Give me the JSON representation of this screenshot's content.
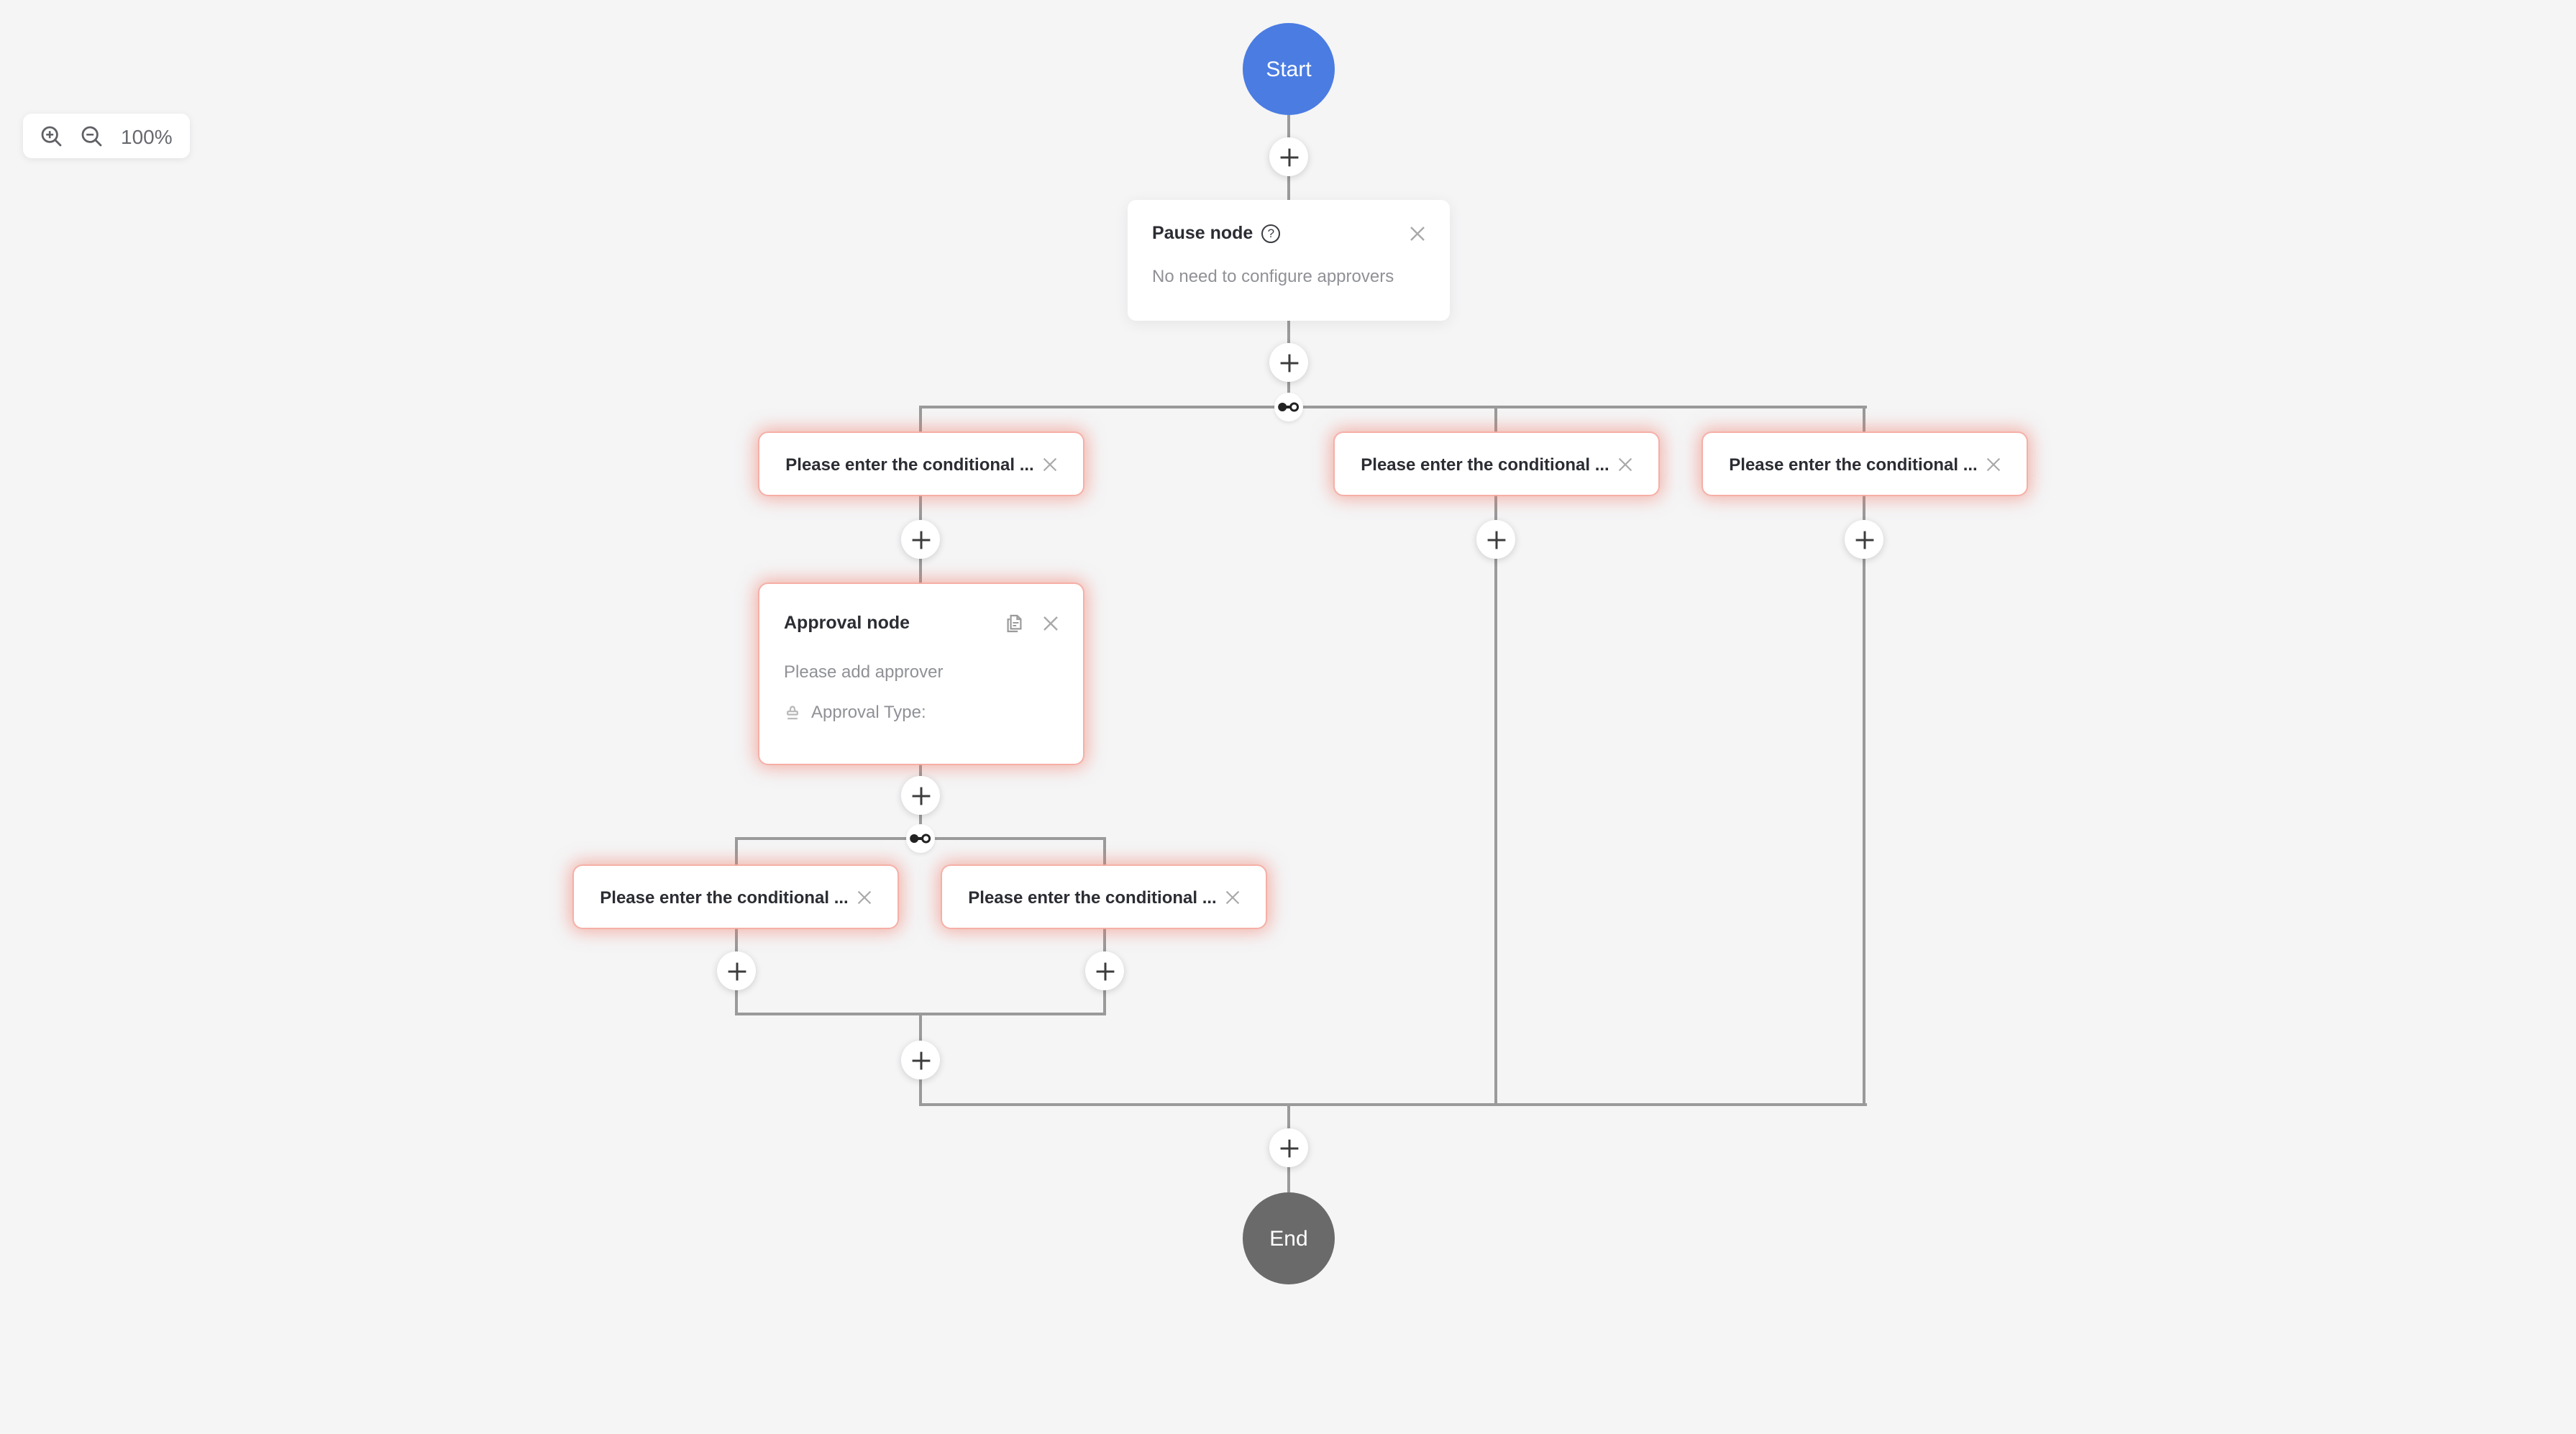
{
  "toolbar": {
    "zoom_level": "100%"
  },
  "nodes": {
    "start": {
      "label": "Start"
    },
    "pause": {
      "title": "Pause node",
      "description": "No need to configure approvers"
    },
    "top_conditions": [
      {
        "label": "Please enter the conditional ..."
      },
      {
        "label": "Please enter the conditional ..."
      },
      {
        "label": "Please enter the conditional ..."
      }
    ],
    "approval": {
      "title": "Approval node",
      "description": "Please add approver",
      "approval_type_label": "Approval Type:"
    },
    "sub_conditions": [
      {
        "label": "Please enter the conditional ..."
      },
      {
        "label": "Please enter the conditional ..."
      }
    ],
    "end": {
      "label": "End"
    }
  },
  "icons": {
    "zoom_in": "magnifier-plus",
    "zoom_out": "magnifier-minus",
    "help": "question-circle",
    "close": "x",
    "add_node": "plus",
    "add_branch": "dot-link",
    "copy": "document-copy",
    "approval_type": "stamp"
  },
  "colors": {
    "background": "#f5f5f6",
    "start_node": "#4a7ce2",
    "end_node": "#6a6a6a",
    "connector": "#9a9a9a",
    "alert_glow": "#ef705c",
    "title_text": "#2b2d33",
    "muted_text": "#8f9196"
  }
}
